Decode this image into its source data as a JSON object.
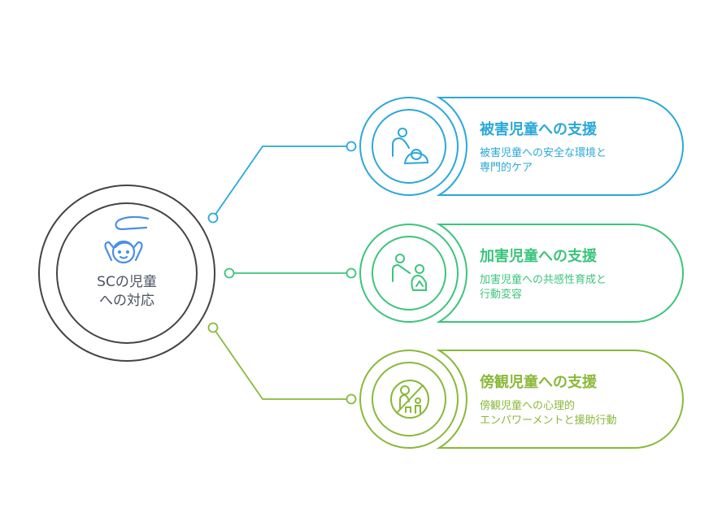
{
  "center": {
    "line1": "SCの児童",
    "line2": "への対応",
    "icon": "caring-hand-child-icon"
  },
  "branches": [
    {
      "title": "被害児童への支援",
      "desc_line1": "被害児童への安全な環境と",
      "desc_line2": "専門的ケア",
      "color": "#2aa8d8",
      "icon": "caregiver-comforting-child-icon"
    },
    {
      "title": "加害児童への支援",
      "desc_line1": "加害児童への共感性育成と",
      "desc_line2": "行動変容",
      "color": "#3cc47c",
      "icon": "adult-guiding-child-icon"
    },
    {
      "title": "傍観児童への支援",
      "desc_line1": "傍観児童への心理的",
      "desc_line2": "エンパワーメントと援助行動",
      "color": "#8ab83a",
      "icon": "no-bystander-icon"
    }
  ]
}
